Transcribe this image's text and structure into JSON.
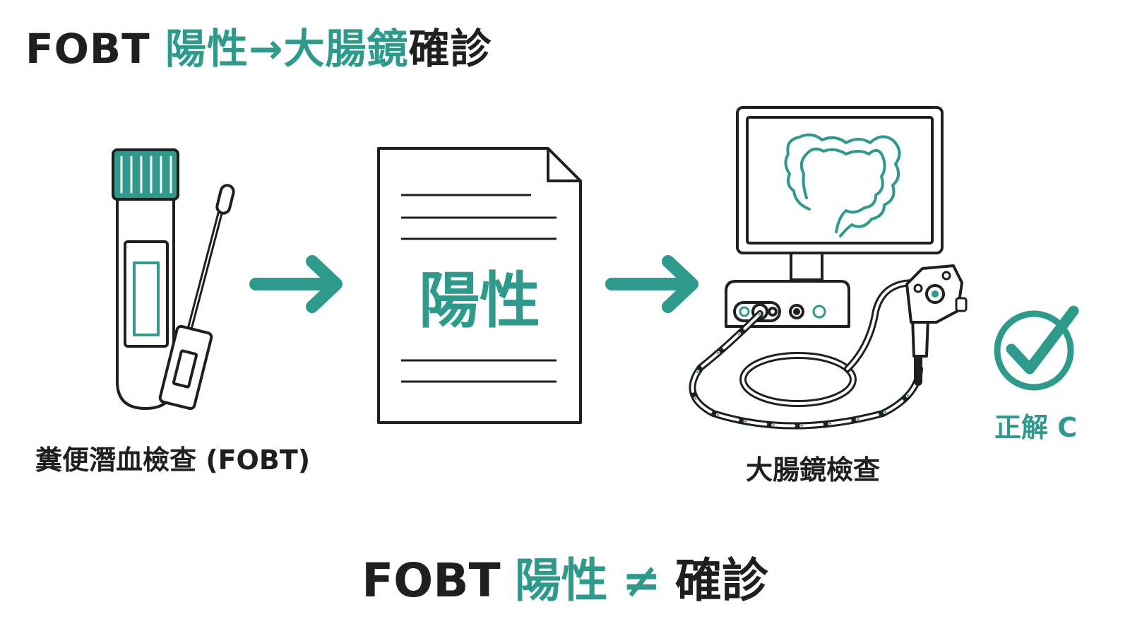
{
  "title": {
    "part1": "FOBT ",
    "part2": "陽性→大腸鏡",
    "part3": "確診"
  },
  "steps": {
    "fobt_label": "糞便潛血檢查 (FOBT)",
    "report_text": "陽性",
    "colonoscopy_label": "大腸鏡檢查"
  },
  "answer": "正解 C",
  "bottom": {
    "part1": "FOBT",
    "part2": "陽性",
    "symbol": "≠",
    "part3": "確診"
  },
  "colors": {
    "accent": "#2e9a8b",
    "ink": "#1f1f1f"
  },
  "icons": [
    "test-tube-icon",
    "swab-icon",
    "arrow-right-icon",
    "report-document-icon",
    "monitor-icon",
    "colon-icon",
    "endoscope-processor-icon",
    "endoscope-icon",
    "check-circle-icon"
  ]
}
